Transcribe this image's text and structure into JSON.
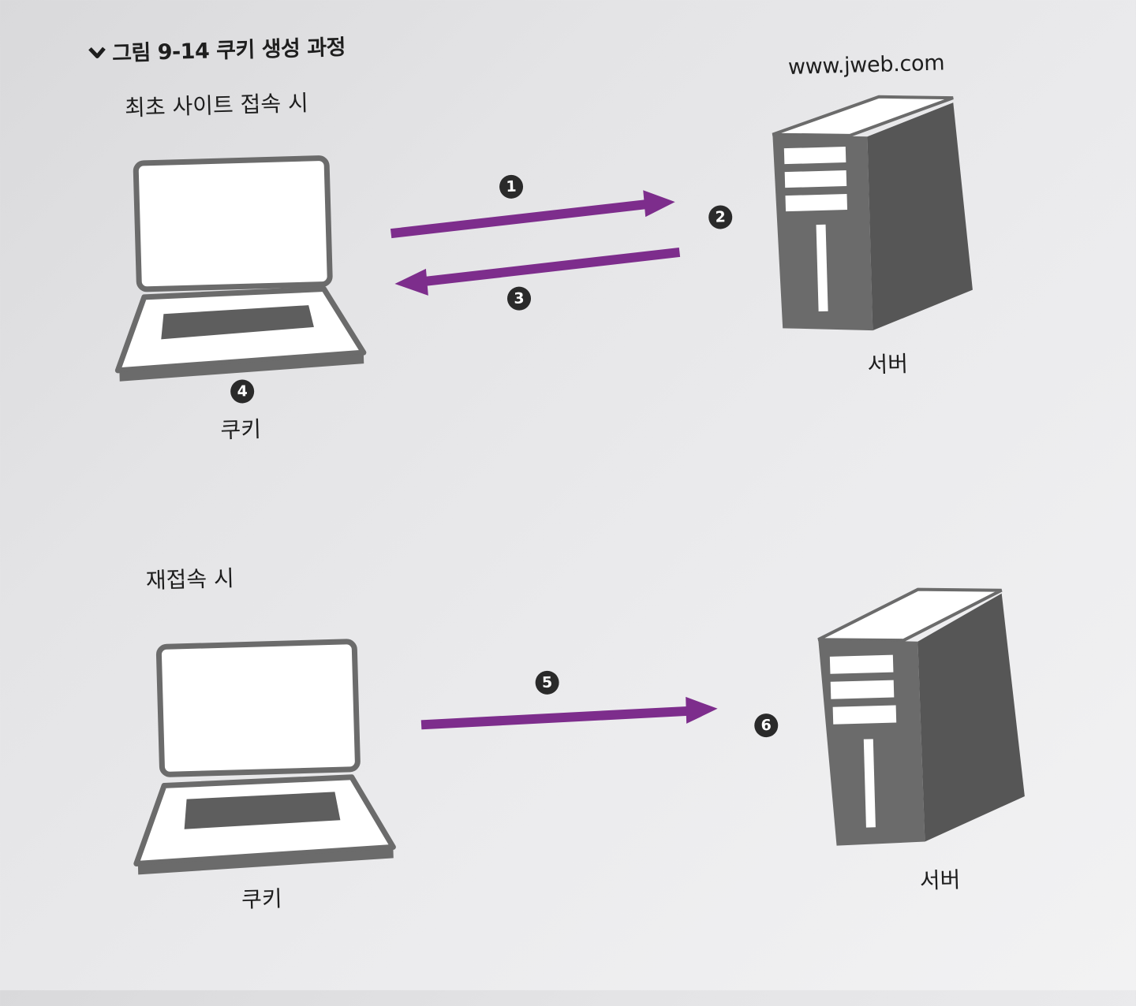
{
  "figure": {
    "caption": "그림 9-14 쿠키 생성 과정"
  },
  "first_visit": {
    "title": "최초 사이트 접속 시",
    "host": "www.jweb.com",
    "steps": [
      "1",
      "2",
      "3",
      "4"
    ],
    "client_label": "쿠키",
    "server_label": "서버"
  },
  "revisit": {
    "title": "재접속 시",
    "steps": [
      "5",
      "6"
    ],
    "client_label": "쿠키",
    "server_label": "서버"
  },
  "colors": {
    "arrow": "#7d2d8c",
    "device": "#6b6b6b",
    "badge": "#2a2a2a"
  }
}
